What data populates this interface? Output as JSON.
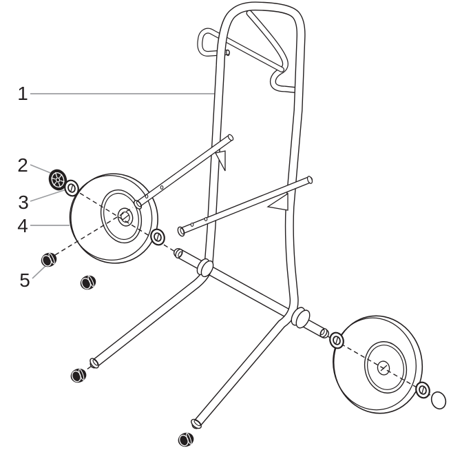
{
  "diagram": {
    "kind": "exploded-parts-diagram",
    "subject": "cart-assembly",
    "colors": {
      "line": "#231f20",
      "leader": "#9b9da0",
      "fill": "#ffffff"
    },
    "callouts": [
      {
        "number": "1",
        "points_to": "cart-frame"
      },
      {
        "number": "2",
        "points_to": "push-nut"
      },
      {
        "number": "3",
        "points_to": "washer"
      },
      {
        "number": "4",
        "points_to": "wheel"
      },
      {
        "number": "5",
        "points_to": "tube-end-cap"
      }
    ]
  }
}
